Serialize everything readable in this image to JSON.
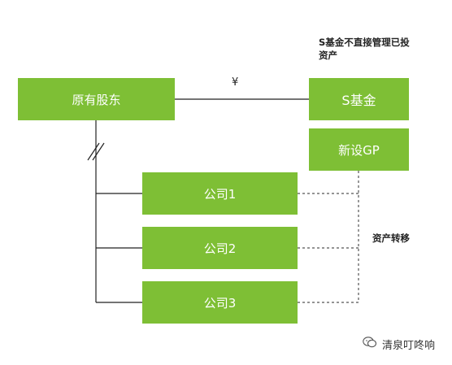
{
  "colors": {
    "box_fill": "#7ebf35",
    "line": "#222222",
    "dashed": "#555555"
  },
  "boxes": {
    "original_shareholders": "原有股东",
    "s_fund": "S基金",
    "new_gp": "新设GP",
    "company1": "公司1",
    "company2": "公司2",
    "company3": "公司3"
  },
  "labels": {
    "s_fund_note": "S基金不直接管理已投资产",
    "yen_symbol": "¥",
    "asset_transfer": "资产转移"
  },
  "watermark": {
    "icon": "wechat-icon",
    "text": "清泉叮咚响"
  }
}
